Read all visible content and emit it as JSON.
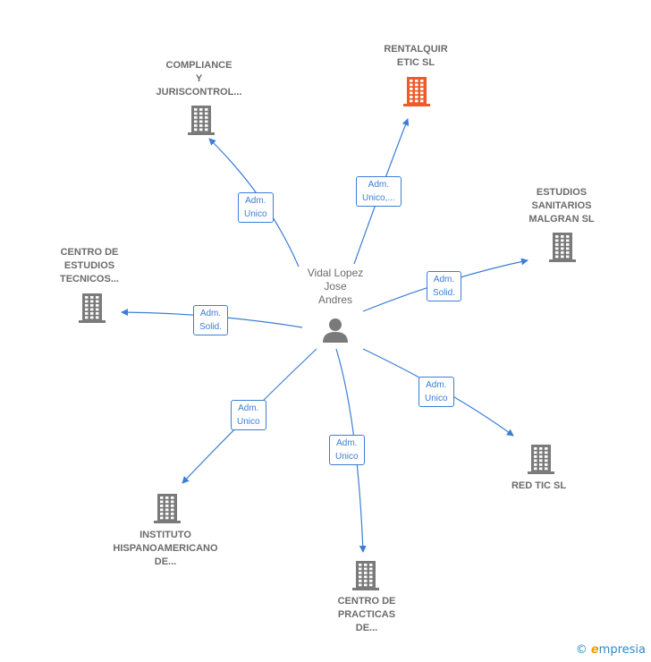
{
  "center": {
    "name": "Vidal Lopez\nJose\nAndres"
  },
  "nodes": [
    {
      "id": "rentalquiretic",
      "label": "RENTALQUIR\nETIC  SL",
      "highlight": true
    },
    {
      "id": "compliance",
      "label": "COMPLIANCE\nY\nJURISCONTROL..."
    },
    {
      "id": "estudios-sanitarios",
      "label": "ESTUDIOS\nSANITARIOS\nMALGRAN  SL"
    },
    {
      "id": "centro-estudios",
      "label": "CENTRO DE\nESTUDIOS\nTECNICOS..."
    },
    {
      "id": "red-tic",
      "label": "RED TIC  SL"
    },
    {
      "id": "instituto",
      "label": "INSTITUTO\nHISPANOAMERICANO\nDE..."
    },
    {
      "id": "centro-practicas",
      "label": "CENTRO DE\nPRACTICAS\nDE..."
    }
  ],
  "edges": [
    {
      "to": "rentalquiretic",
      "label": "Adm.\nUnico,..."
    },
    {
      "to": "compliance",
      "label": "Adm.\nUnico"
    },
    {
      "to": "estudios-sanitarios",
      "label": "Adm.\nSolid."
    },
    {
      "to": "centro-estudios",
      "label": "Adm.\nSolid."
    },
    {
      "to": "red-tic",
      "label": "Adm.\nUnico"
    },
    {
      "to": "instituto",
      "label": "Adm.\nUnico"
    },
    {
      "to": "centro-practicas",
      "label": "Adm.\nUnico"
    }
  ],
  "colors": {
    "edge": "#3b7ed6",
    "building": "#7a7a7a",
    "building_highlight": "#f05a28",
    "person": "#7a7a7a"
  },
  "footer": {
    "copyright": "©",
    "brand_e": "e",
    "brand_rest": "mpresia"
  }
}
